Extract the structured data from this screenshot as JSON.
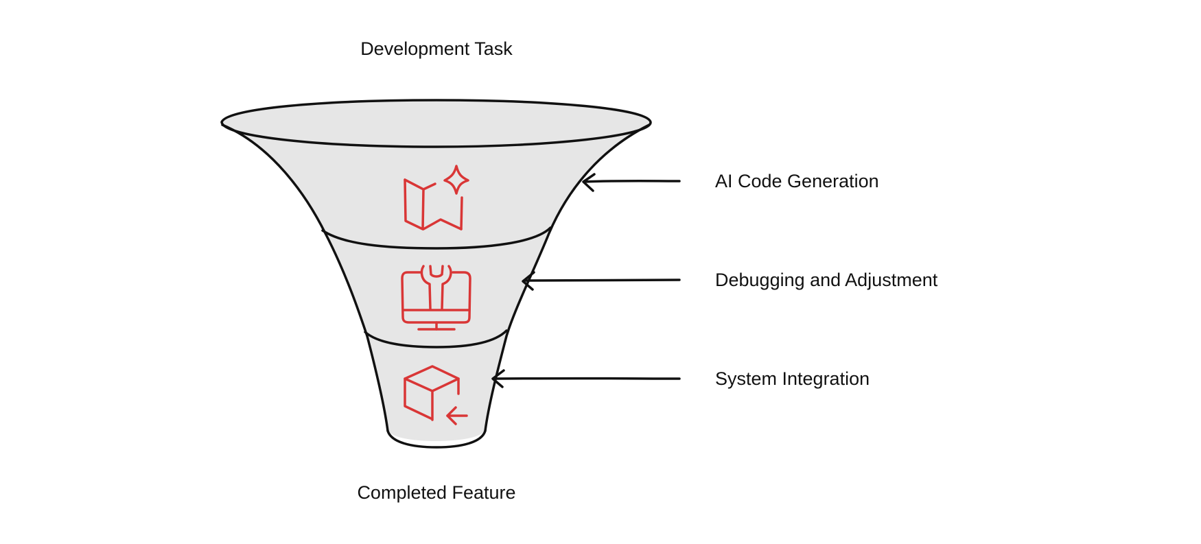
{
  "diagram": {
    "top_label": "Development Task",
    "bottom_label": "Completed Feature",
    "stages": [
      {
        "label": "AI Code Generation",
        "icon": "map-sparkle-icon"
      },
      {
        "label": "Debugging and Adjustment",
        "icon": "monitor-wrench-icon"
      },
      {
        "label": "System Integration",
        "icon": "box-arrow-in-icon"
      }
    ]
  },
  "colors": {
    "funnel_fill": "#e6e6e6",
    "outline": "#111111",
    "icon_accent": "#d93636"
  }
}
